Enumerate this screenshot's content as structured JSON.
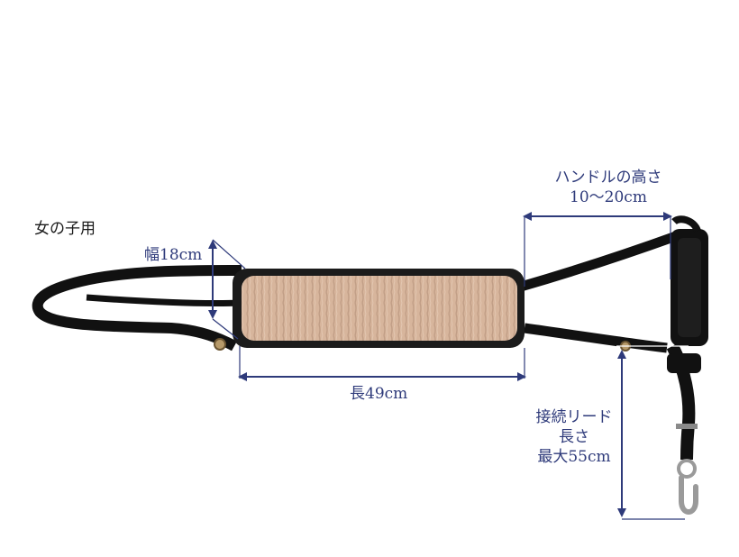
{
  "caption": "女の子用",
  "width_label": "幅18cm",
  "length_label": "長49cm",
  "handle_height": {
    "line1": "ハンドルの高さ",
    "line2": "10～20cm"
  },
  "lead_length": {
    "line1": "接続リード",
    "line2": "長さ",
    "line3": "最大55cm"
  },
  "colors": {
    "strap": "#111111",
    "pad": "#d9b8a0",
    "pad_border": "#1b1b1b",
    "dimension_line": "#2e3a7a",
    "metal": "#9a9a9a",
    "ring": "#b79a6a"
  }
}
